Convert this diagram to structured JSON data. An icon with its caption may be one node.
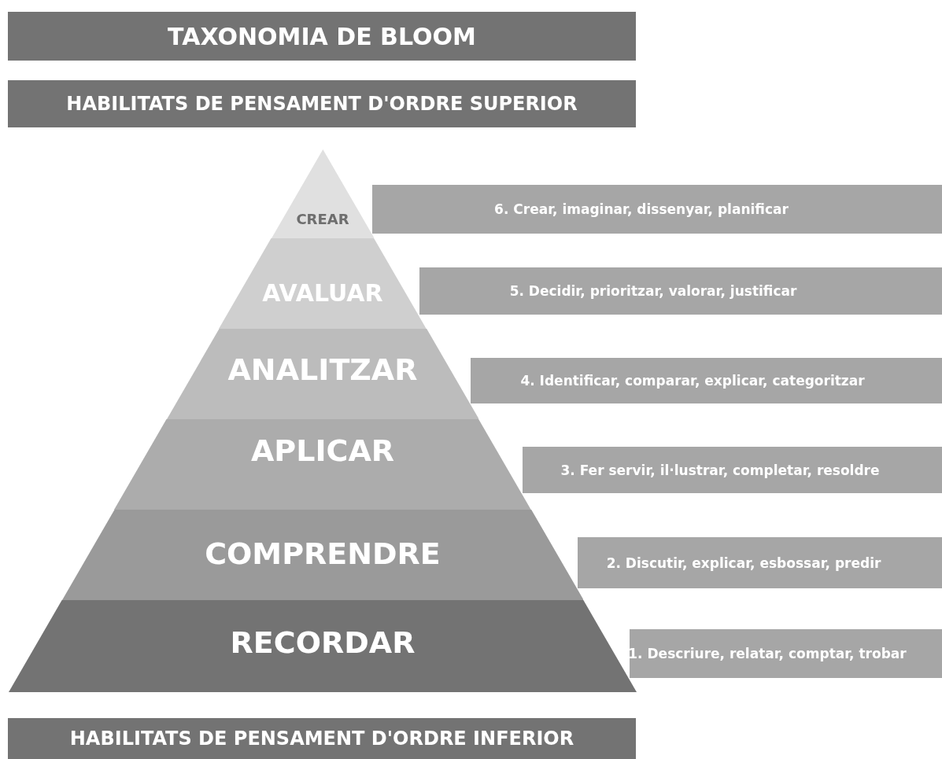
{
  "diagram": {
    "nodes": [
      {
        "text": [
          "TAXONOMIA DE BLOOM"
        ]
      },
      {
        "text": [
          "HABILITATS DE PENSAMENT D'ORDRE SUPERIOR"
        ]
      },
      {
        "text": [
          "CREAR"
        ]
      },
      {
        "text": [
          "6. Crear, imaginar, dissenyar, planificar"
        ]
      },
      {
        "text": [
          "AVALUAR"
        ]
      },
      {
        "text": [
          "5. Decidir, prioritzar, valorar, justificar"
        ]
      },
      {
        "text": [
          "ANALITZAR"
        ]
      },
      {
        "text": [
          "4. Identificar, comparar, explicar, categoritzar"
        ]
      },
      {
        "text": [
          "APLICAR"
        ]
      },
      {
        "text": [
          "3. Fer servir, il·lustrar, completar, resoldre"
        ]
      },
      {
        "text": [
          "COMPRENDRE"
        ]
      },
      {
        "text": [
          "2. Discutir, explicar, esbossar, predir"
        ]
      },
      {
        "text": [
          "RECORDAR"
        ]
      },
      {
        "text": [
          "1. Descriure, relatar, comptar, trobar"
        ]
      },
      {
        "text": [
          "HABILITATS DE PENSAMENT D'ORDRE INFERIOR"
        ]
      }
    ]
  }
}
